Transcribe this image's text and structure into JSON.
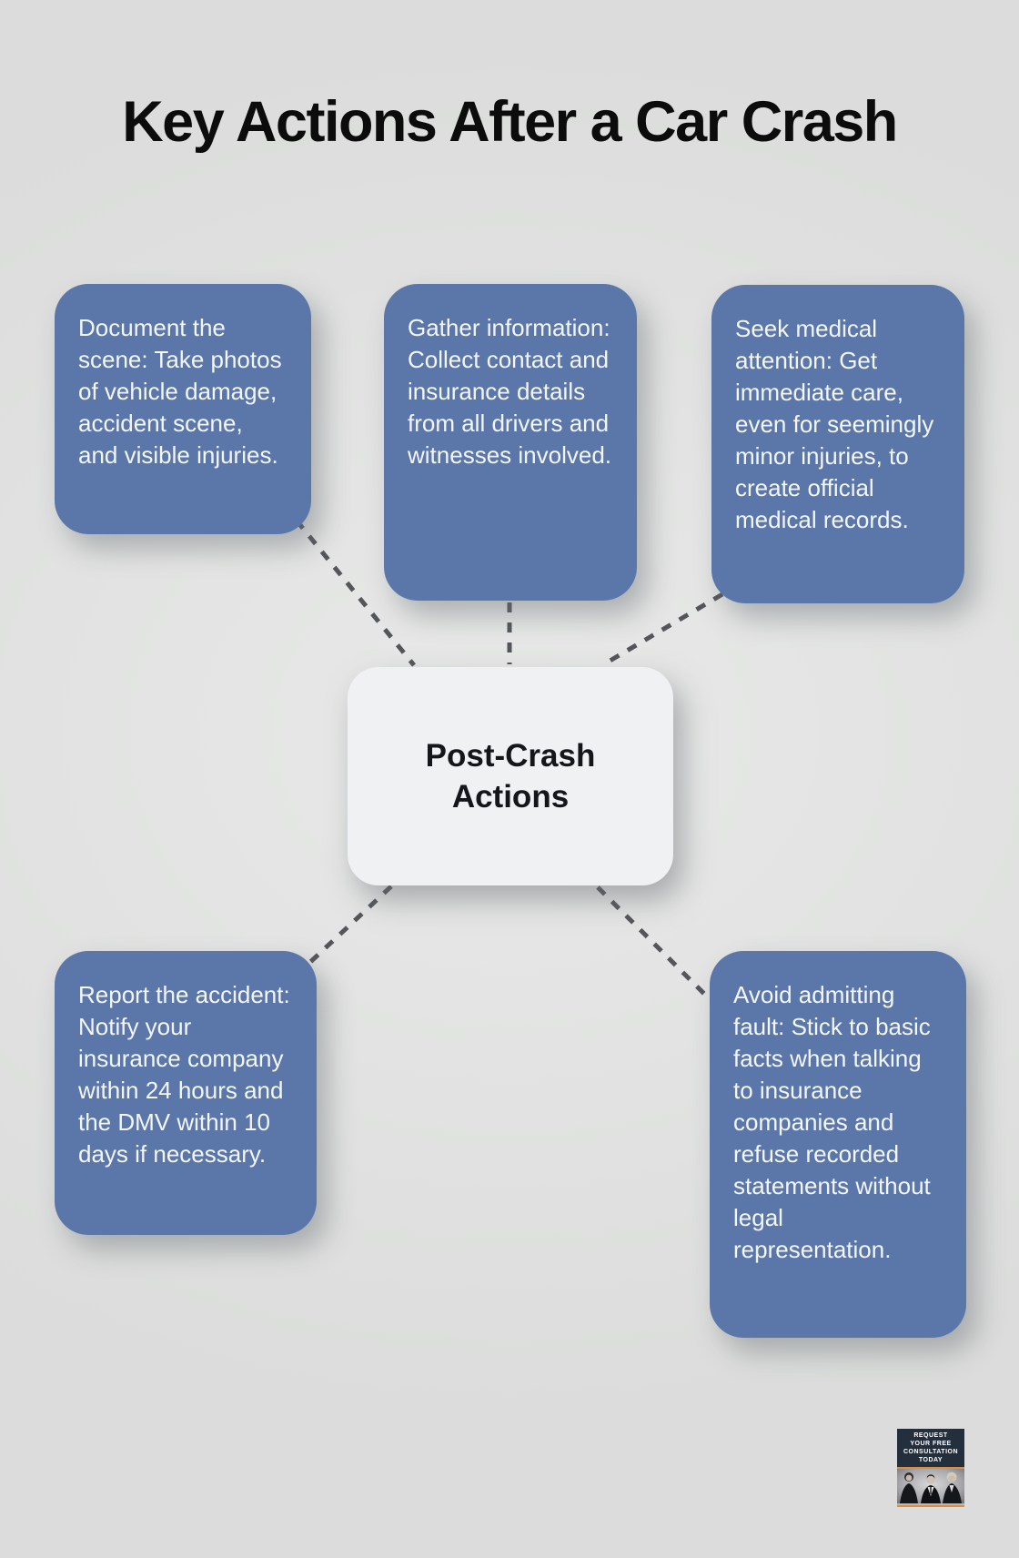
{
  "title": "Key Actions After a Car Crash",
  "center": {
    "label": "Post-Crash Actions"
  },
  "nodes": [
    {
      "id": "document-scene",
      "text": "Document the scene: Take photos of vehicle damage, accident scene, and visible injuries."
    },
    {
      "id": "gather-information",
      "text": "Gather information: Collect contact and insurance details from all drivers and witnesses involved."
    },
    {
      "id": "seek-medical",
      "text": "Seek medical attention: Get immediate care, even for seemingly minor injuries, to create official medical records."
    },
    {
      "id": "report-accident",
      "text": "Report the accident: Notify your insurance company within 24 hours and the DMV within 10 days if necessary."
    },
    {
      "id": "avoid-fault",
      "text": "Avoid admitting fault: Stick to basic facts when talking to insurance companies and refuse recorded statements without legal representation."
    }
  ],
  "badge": {
    "lines": [
      "REQUEST",
      "YOUR FREE",
      "CONSULTATION",
      "TODAY"
    ]
  },
  "colors": {
    "background": "#e0e1e0",
    "node_fill": "#5b77aa",
    "node_text": "#f3f6fb",
    "center_fill": "#f0f1f3",
    "center_text": "#14161a",
    "connector": "#54565a",
    "title_text": "#0c0c0c",
    "badge_background": "#232f3c",
    "badge_accent": "#d98f3d"
  }
}
